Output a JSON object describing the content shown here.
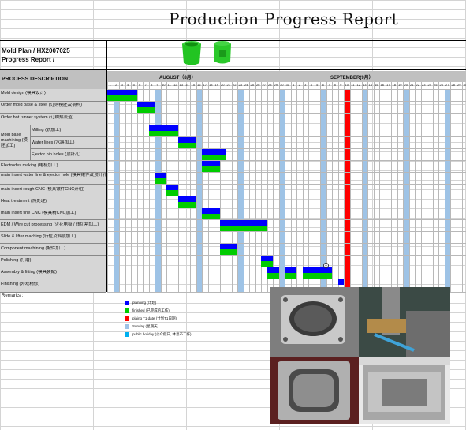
{
  "title": "Production Progress Report",
  "mold_plan": {
    "line1": "Mold Plan / HX2007025",
    "line2": "Progress Report /"
  },
  "header": {
    "process_desc": "PROCESS    DESCRIPTION",
    "month1": "AUGUST（8月）",
    "month2": "SEPTEMBER(9月）"
  },
  "rows": [
    {
      "label": "Mold design (模具设计)"
    },
    {
      "label": "Order mold base & steel (订购模胚及钢料)"
    },
    {
      "label": "Order hot runner system (订购热流道)"
    },
    {
      "label": "Mold base machining (模胚加工)",
      "sub": [
        "Milling (铣加工)",
        "Water lines (水路加工)",
        "Ejector pin holes (顶针孔)"
      ]
    },
    {
      "label": "Electrodes making (电极加工)"
    },
    {
      "label": "main insert water line & ejector hole (模具镶件及顶针孔)"
    },
    {
      "label": "main insert rough CNC (模具镶件CNC开粗)"
    },
    {
      "label": "Heat treatment (热处理)"
    },
    {
      "label": "main insert fine CNC (模具精CNC加工)"
    },
    {
      "label": "EDM / Wire cut processing (火花电极 / 线切割加工)"
    },
    {
      "label": "Slide & lifter maching (行位及斜顶加工)"
    },
    {
      "label": "Component machining (配件加工)"
    },
    {
      "label": "Polishing (打磨)"
    },
    {
      "label": "Assembly & fitting (模具装配)"
    },
    {
      "label": "Finishing (外观精修)"
    }
  ],
  "remarks": "Remarks :",
  "legend": [
    {
      "label": "planning (计划)",
      "color": "#0000ff"
    },
    {
      "label": "finished (已完成的工作)",
      "color": "#00cc00"
    },
    {
      "label": "plaing T1 date (计划T1日期)",
      "color": "#ff0000"
    },
    {
      "label": "Sunday (星期天)",
      "color": "#9ec3e6"
    },
    {
      "label": "public holiday (公众假日, 休息不工作)",
      "color": "#00b0f0"
    }
  ],
  "day_numbers": [
    "1",
    "2",
    "3",
    "4",
    "5",
    "6",
    "7",
    "8",
    "9",
    "10",
    "11",
    "12",
    "13",
    "14",
    "15",
    "16",
    "17",
    "18",
    "19",
    "20",
    "21",
    "22",
    "23",
    "24",
    "25",
    "26",
    "27",
    "28",
    "29",
    "30",
    "31",
    "1",
    "2",
    "3",
    "4",
    "5",
    "6",
    "7",
    "8",
    "9",
    "10",
    "11",
    "12",
    "13",
    "14",
    "15",
    "16",
    "17",
    "18",
    "19",
    "20",
    "21",
    "22",
    "23",
    "24",
    "25",
    "26",
    "27",
    "28",
    "29",
    "30"
  ],
  "colors": {
    "planning": "#0000ff",
    "finished": "#00cc00",
    "t1": "#ff0000",
    "sunday": "#9ec3e6"
  }
}
